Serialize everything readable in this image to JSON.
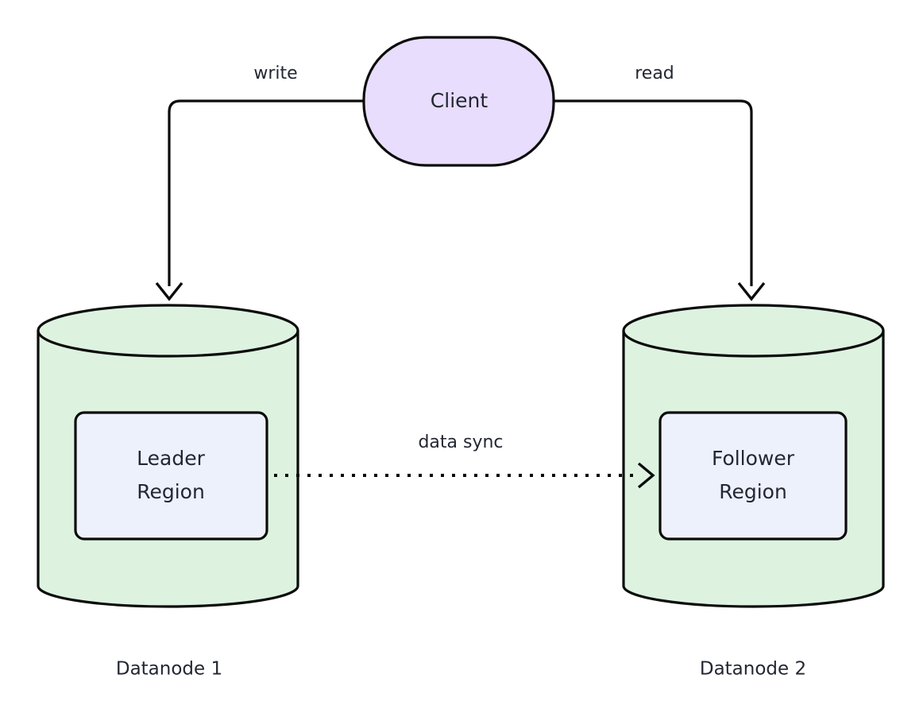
{
  "diagram": {
    "type": "architecture-diagram",
    "background_color": "#ffffff",
    "stroke_color": "#0b0b0b",
    "text_color": "#232733",
    "nodes": {
      "client": {
        "label": "Client",
        "shape": "stadium",
        "fill_color": "#e8ddfc"
      },
      "datanode1": {
        "caption": "Datanode 1",
        "shape": "cylinder",
        "fill_color": "#ddf3e0",
        "region": {
          "line1": "Leader",
          "line2": "Region",
          "fill_color": "#edf1fb"
        }
      },
      "datanode2": {
        "caption": "Datanode 2",
        "shape": "cylinder",
        "fill_color": "#ddf3e0",
        "region": {
          "line1": "Follower",
          "line2": "Region",
          "fill_color": "#edf1fb"
        }
      }
    },
    "edges": {
      "write": {
        "label": "write",
        "from": "client",
        "to": "datanode1",
        "style": "solid",
        "arrow": "end"
      },
      "read": {
        "label": "read",
        "from": "client",
        "to": "datanode2",
        "style": "solid",
        "arrow": "end"
      },
      "data_sync": {
        "label": "data sync",
        "from": "leader-region",
        "to": "follower-region",
        "style": "dotted",
        "arrow": "end"
      }
    }
  }
}
